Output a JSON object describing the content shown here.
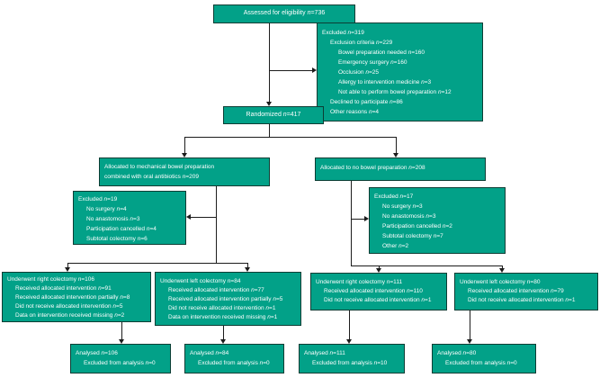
{
  "colors": {
    "box_fill": "#02a188",
    "box_border": "#0c3d34",
    "box_text": "#ffffff",
    "line_color": "#1c1c1c"
  },
  "nodes": {
    "assessed": {
      "lines": [
        "Assessed for eligibility n=736"
      ]
    },
    "excluded_top": {
      "lines": [
        "Excluded n=319",
        "Exclusion criteria n=229",
        "Bowel preparation needed n=160",
        "Emergency surgery n=160",
        "Occlusion n=25",
        "Allergy to intervention medicine n=3",
        "Not able to perform bowel preparation n=12",
        "Declined to participate n=86",
        "Other reasons n=4"
      ]
    },
    "randomized": {
      "lines": [
        "Randomized n=417"
      ]
    },
    "alloc_mbp": {
      "lines": [
        "Allocated to mechanical bowel preparation",
        "combined with oral antibiotics n=209"
      ]
    },
    "alloc_nbp": {
      "lines": [
        "Allocated to no bowel preparation n=208"
      ]
    },
    "excluded_mbp": {
      "lines": [
        "Excluded n=19",
        "No surgery n=4",
        "No anastomosis n=3",
        "Participation cancelled n=4",
        "Subtotal colectomy n=6"
      ]
    },
    "excluded_nbp": {
      "lines": [
        "Excluded n=17",
        "No surgery n=3",
        "No anastomosis n=3",
        "Participation cancelled n=2",
        "Subtotal colectomy n=7",
        "Other n=2"
      ]
    },
    "underwent_right_mbp": {
      "lines": [
        "Underwent right colectomy n=106",
        "Received allocated intervention n=91",
        "Received allocated intervention partially n=8",
        "Did not receive allocated intervention n=5",
        "Data on intervention received missing n=2"
      ]
    },
    "underwent_left_mbp": {
      "lines": [
        "Underwent left colectomy n=84",
        "Received allocated intervention n=77",
        "Received allocated intervention partially n=5",
        "Did not receive allocated intervention n=1",
        "Data on intervention received missing n=1"
      ]
    },
    "underwent_right_nbp": {
      "lines": [
        "Underwent right colectomy n=111",
        "Received allocated intervention n=110",
        "Did not receive allocated intervention n=1"
      ]
    },
    "underwent_left_nbp": {
      "lines": [
        "Underwent left colectomy n=80",
        "Received allocated intervention n=79",
        "Did not receive allocated intervention n=1"
      ]
    },
    "analysed_right_mbp": {
      "lines": [
        "Analysed n=106",
        "Excluded from analysis n=0"
      ]
    },
    "analysed_left_mbp": {
      "lines": [
        "Analysed n=84",
        "Excluded from analysis n=0"
      ]
    },
    "analysed_right_nbp": {
      "lines": [
        "Analysed n=111",
        "Excluded from analysis n=10"
      ]
    },
    "analysed_left_nbp": {
      "lines": [
        "Analysed n=80",
        "Excluded from analysis n=0"
      ]
    }
  }
}
